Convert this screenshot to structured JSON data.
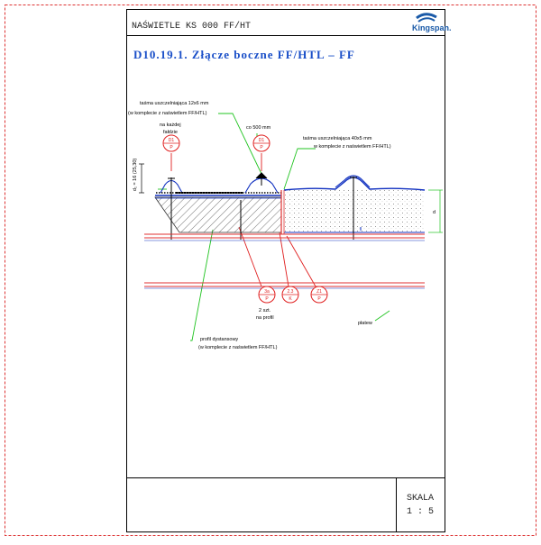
{
  "header": {
    "sheet_title": "NAŚWIETLE KS 000 FF/HT",
    "brand": "Kingspan."
  },
  "drawing": {
    "title": "D10.19.1. Złącze boczne FF/HTL – FF",
    "labels": {
      "tape_12": "taśma uszczelniająca 12x6 mm",
      "tape_12_note": "(w komplecie z naświetlem FF/HTL)",
      "every_crest_1": "na każdej",
      "every_crest_2": "fałdzie",
      "spacing": "co 500 mm",
      "tape_40": "taśma uszczelniająca 40x5 mm",
      "tape_40_note": "w komplecie z naświetlem FF/HTL)",
      "dim_left": "d₁ = 16 (25,30)",
      "dim_right": "d",
      "pcs_1": "2 szt.",
      "pcs_2": "na profil",
      "spacer_1": "profil dystansowy",
      "spacer_2": "(w komplecie z naświetlem FF/HTL)",
      "purlin": "płatew"
    },
    "callouts": [
      {
        "top": "D1",
        "bottom": "P"
      },
      {
        "top": "D1",
        "bottom": "P"
      },
      {
        "top": "3a",
        "bottom": "P"
      },
      {
        "top": "2.3",
        "bottom": "K"
      },
      {
        "top": "Z1",
        "bottom": "P"
      }
    ]
  },
  "footer": {
    "scale_label": "SKALA",
    "scale_value": "1 : 5"
  },
  "colors": {
    "border_dashed": "#dd3333",
    "frame": "#000000",
    "title_blue": "#1a4fc8",
    "leader_green": "#22c422",
    "callout_red": "#e02020",
    "steel_blue": "#1030c0",
    "purlin_red": "#e03030"
  }
}
